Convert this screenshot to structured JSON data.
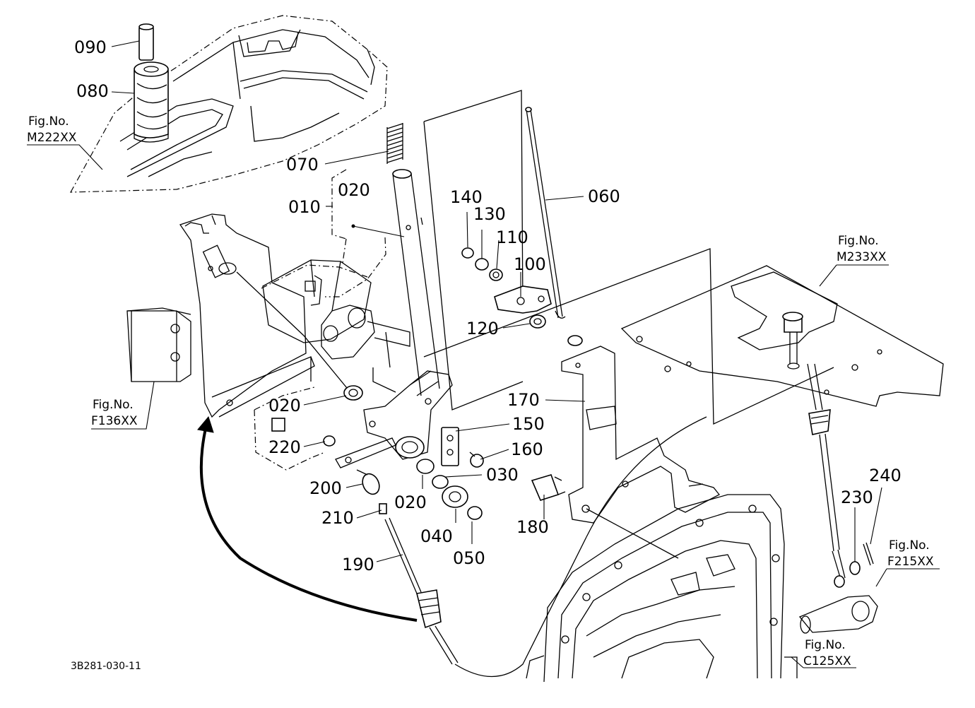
{
  "drawing_code": "3B281-030-11",
  "parts": [
    {
      "id": "p090",
      "label": "090"
    },
    {
      "id": "p080",
      "label": "080"
    },
    {
      "id": "p070",
      "label": "070"
    },
    {
      "id": "p010",
      "label": "010"
    },
    {
      "id": "p020a",
      "label": "020"
    },
    {
      "id": "p060",
      "label": "060"
    },
    {
      "id": "p140",
      "label": "140"
    },
    {
      "id": "p130",
      "label": "130"
    },
    {
      "id": "p110",
      "label": "110"
    },
    {
      "id": "p100",
      "label": "100"
    },
    {
      "id": "p120",
      "label": "120"
    },
    {
      "id": "p020b",
      "label": "020"
    },
    {
      "id": "p220",
      "label": "220"
    },
    {
      "id": "p150",
      "label": "150"
    },
    {
      "id": "p160",
      "label": "160"
    },
    {
      "id": "p170",
      "label": "170"
    },
    {
      "id": "p030",
      "label": "030"
    },
    {
      "id": "p200",
      "label": "200"
    },
    {
      "id": "p020c",
      "label": "020"
    },
    {
      "id": "p180",
      "label": "180"
    },
    {
      "id": "p210",
      "label": "210"
    },
    {
      "id": "p040",
      "label": "040"
    },
    {
      "id": "p050",
      "label": "050"
    },
    {
      "id": "p190",
      "label": "190"
    },
    {
      "id": "p240",
      "label": "240"
    },
    {
      "id": "p230",
      "label": "230"
    }
  ],
  "figure_refs": [
    {
      "id": "m222",
      "line1": "Fig.No.",
      "line2": "M222XX"
    },
    {
      "id": "f136",
      "line1": "Fig.No.",
      "line2": "F136XX"
    },
    {
      "id": "m233",
      "line1": "Fig.No.",
      "line2": "M233XX"
    },
    {
      "id": "f215",
      "line1": "Fig.No.",
      "line2": "F215XX"
    },
    {
      "id": "c125",
      "line1": "Fig.No.",
      "line2": "C125XX"
    }
  ]
}
